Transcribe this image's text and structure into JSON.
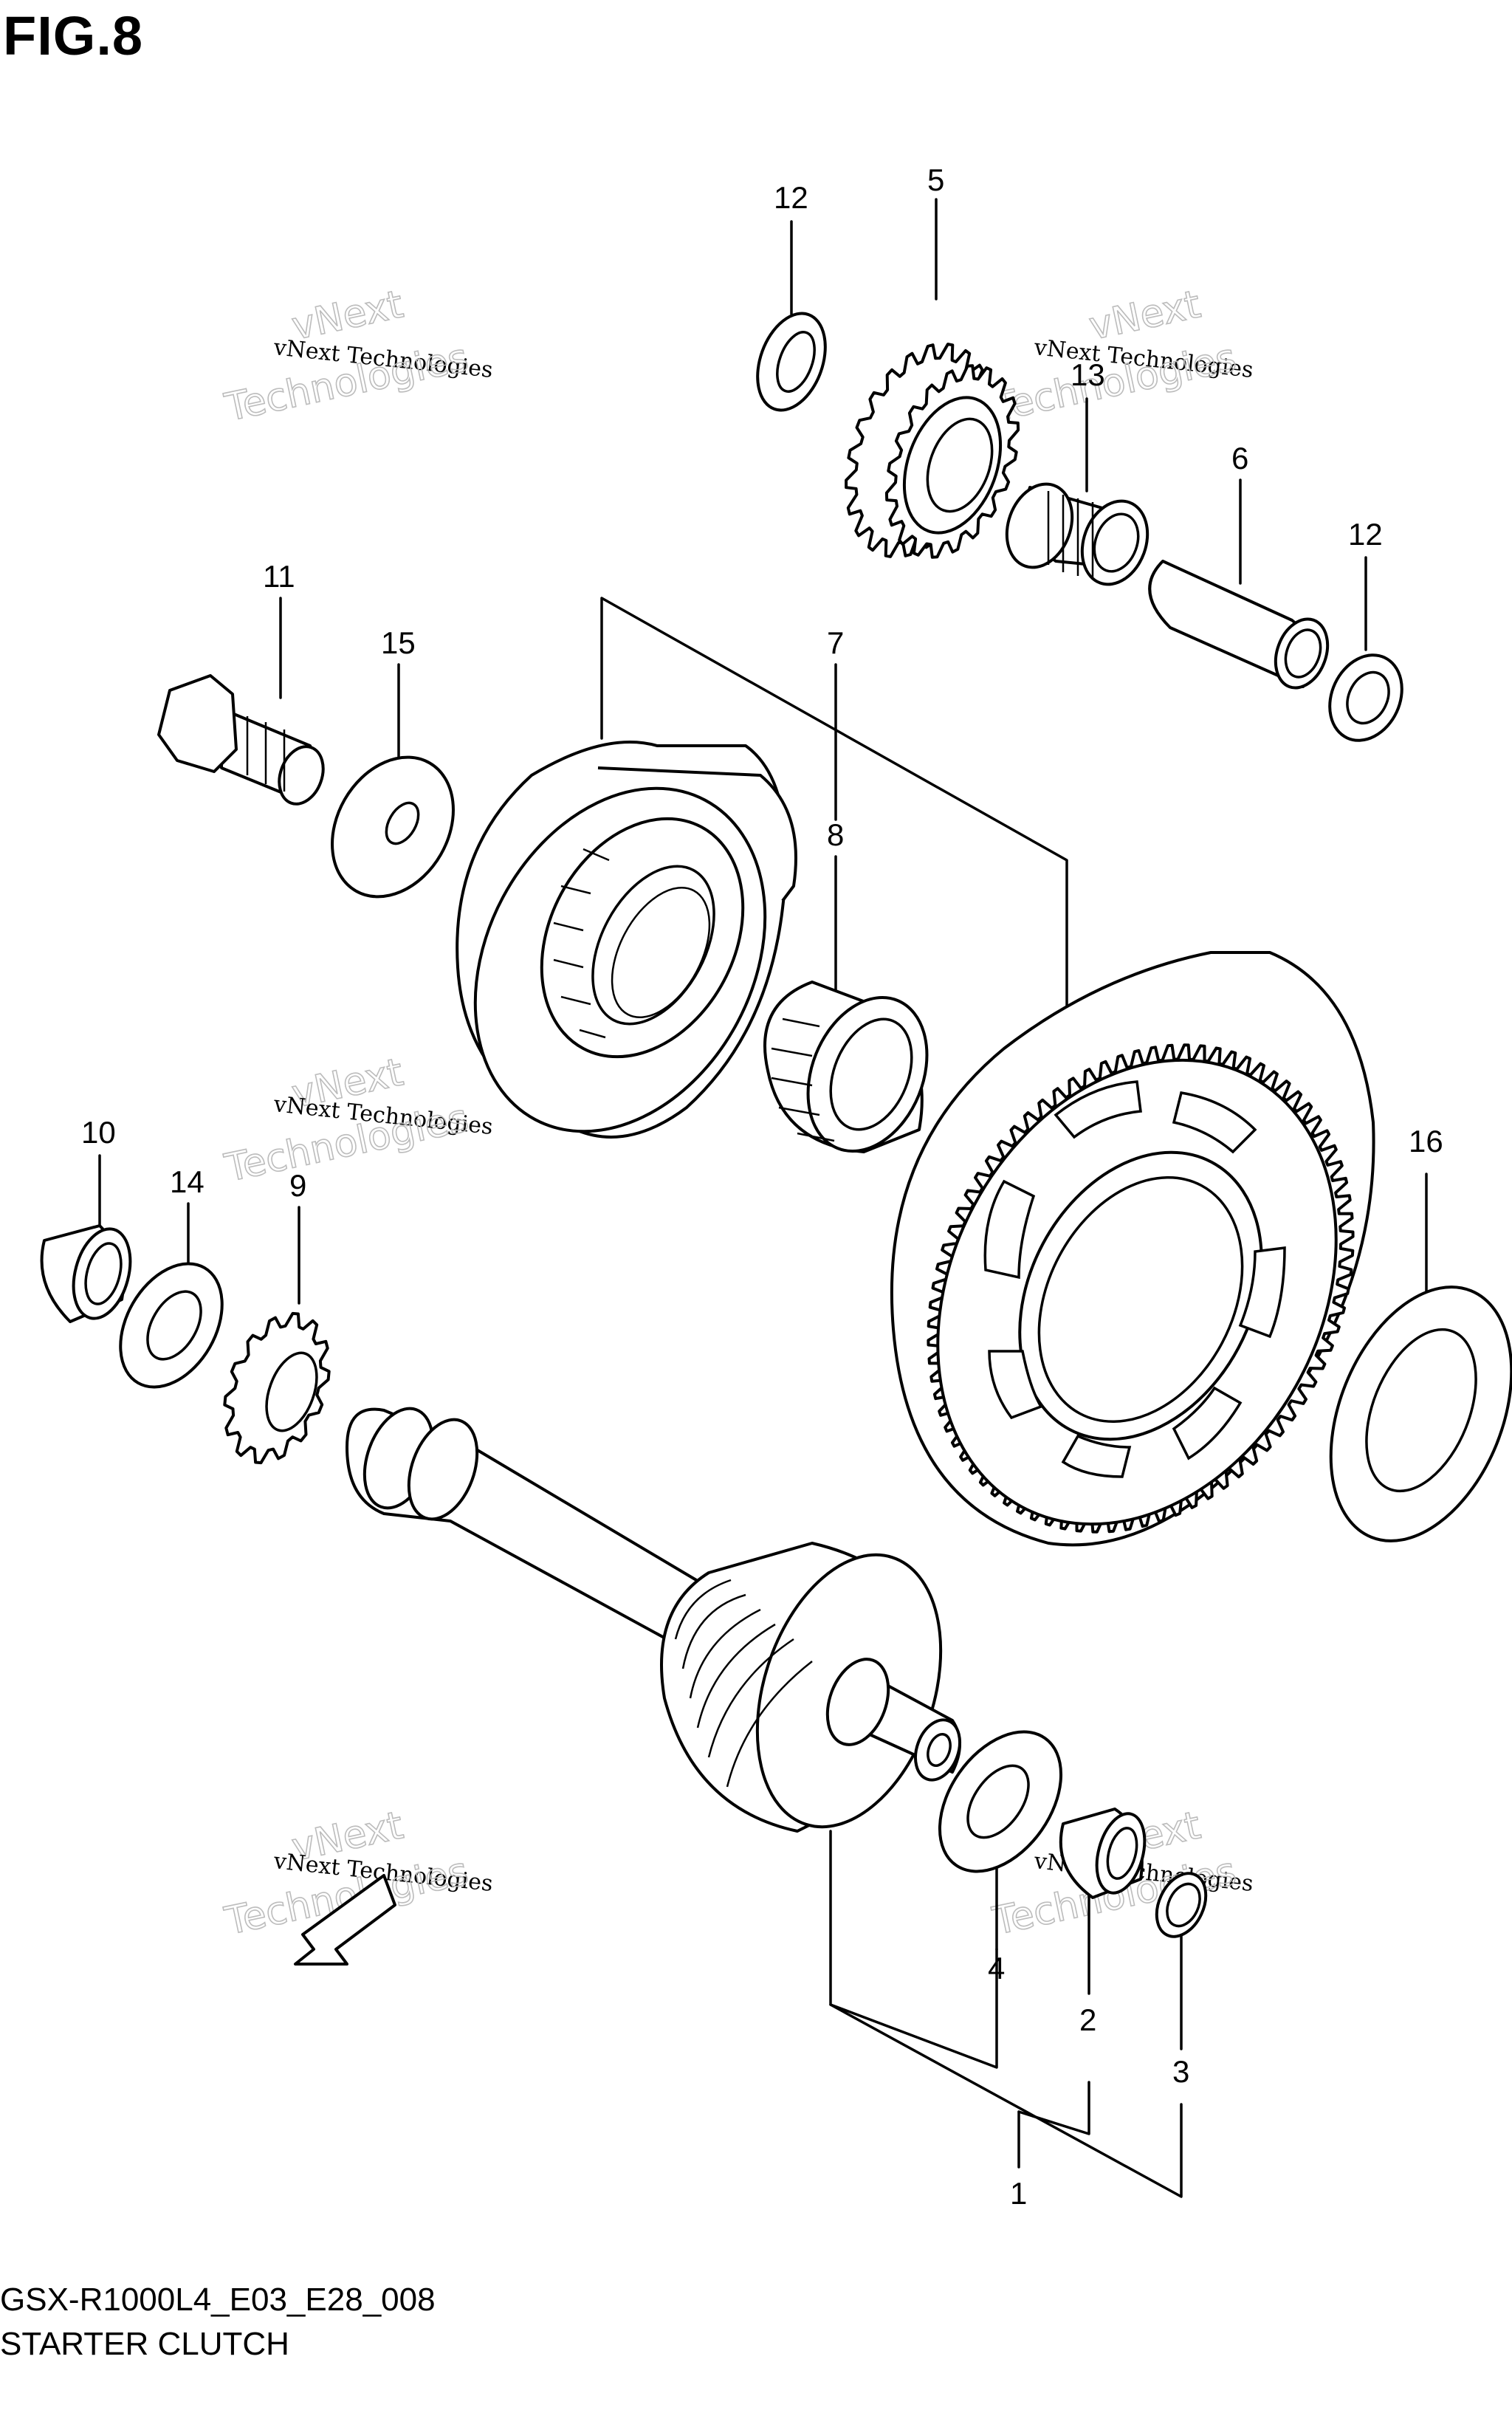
{
  "figure": {
    "title": "FIG.8",
    "model_code": "GSX-R1000L4_E03_E28_008",
    "group_name": "STARTER CLUTCH"
  },
  "callouts": [
    {
      "id": "1",
      "label": "1"
    },
    {
      "id": "2",
      "label": "2"
    },
    {
      "id": "3",
      "label": "3"
    },
    {
      "id": "4",
      "label": "4"
    },
    {
      "id": "5",
      "label": "5"
    },
    {
      "id": "6",
      "label": "6"
    },
    {
      "id": "7",
      "label": "7"
    },
    {
      "id": "8",
      "label": "8"
    },
    {
      "id": "9",
      "label": "9"
    },
    {
      "id": "10",
      "label": "10"
    },
    {
      "id": "11",
      "label": "11"
    },
    {
      "id": "12a",
      "label": "12"
    },
    {
      "id": "12b",
      "label": "12"
    },
    {
      "id": "13",
      "label": "13"
    },
    {
      "id": "14",
      "label": "14"
    },
    {
      "id": "15",
      "label": "15"
    },
    {
      "id": "16",
      "label": "16"
    }
  ],
  "watermark": {
    "line1": "vNext",
    "line2": "vNext Technologies",
    "line3": "Technologies"
  },
  "direction_marker": {
    "label": "FWD"
  }
}
